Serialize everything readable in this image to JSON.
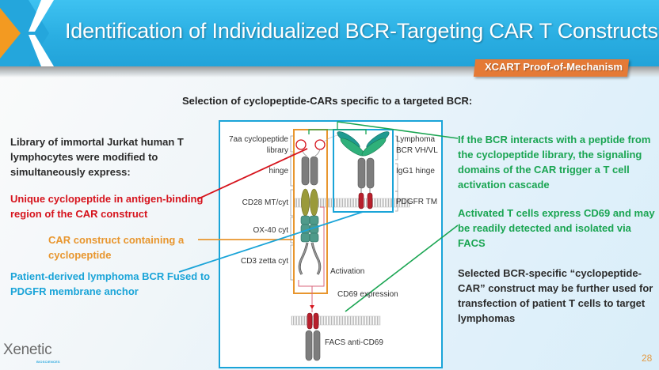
{
  "header": {
    "title": "Identification of Individualized BCR-Targeting CAR T Constructs",
    "badge": "XCART Proof-of-Mechanism"
  },
  "subheading": "Selection of cyclopeptide-CARs specific to a targeted BCR:",
  "left": {
    "intro": "Library of immortal Jurkat human T lymphocytes were modified to simultaneously express:",
    "red_item": "Unique cyclopeptide in antigen-binding region of the CAR construct",
    "orange_item": "CAR construct containing a cyclopeptide",
    "blue_item": "Patient-derived lymphoma BCR Fused to PDGFR membrane anchor"
  },
  "right": {
    "green_item_1": "If the BCR interacts with a peptide from the cyclopeptide library, the signaling domains of the CAR trigger a T cell activation cascade",
    "green_item_2": "Activated T cells express CD69 and may be readily detected and isolated via FACS",
    "dark_item": "Selected BCR-specific “cyclopeptide-CAR” construct may be further used for transfection of patient T cells to target lymphomas"
  },
  "diagram": {
    "car_labels": {
      "cyclopeptide_1": "7aa cyclopeptide",
      "cyclopeptide_2": "library",
      "hinge": "hinge",
      "cd28": "CD28 MT/cyt",
      "ox40": "OX-40 cyt",
      "cd3": "CD3 zetta cyt"
    },
    "bcr_labels": {
      "lymphoma_1": "Lymphoma",
      "lymphoma_2": "BCR VH/VL",
      "igg1": "IgG1 hinge",
      "pdgfr": "PDGFR TM"
    },
    "activation": "Activation",
    "cd69_expression": "CD69 expression",
    "facs": "FACS anti-CD69"
  },
  "colors": {
    "brand_blue": "#2aaee2",
    "badge_orange": "#e57a36",
    "red": "#d6141d",
    "orange": "#e8962e",
    "blue": "#1aa4d8",
    "green": "#1aa552"
  },
  "footer": {
    "logo_text": "Xenetic",
    "logo_sub": "BIOSCIENCES",
    "page_number": "28"
  }
}
